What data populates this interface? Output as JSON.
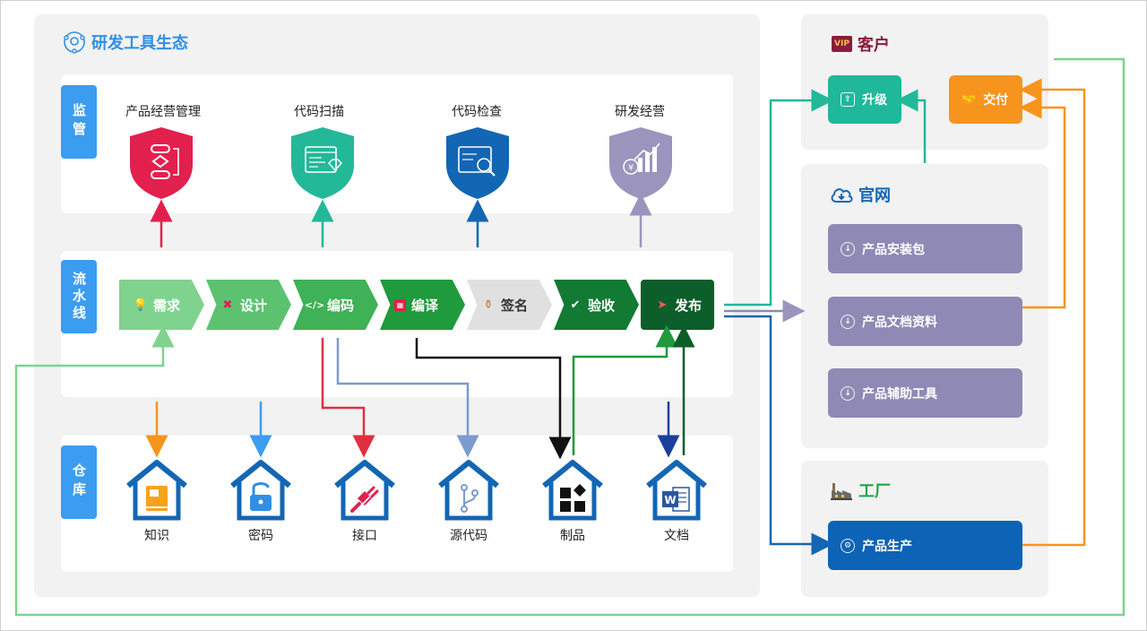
{
  "ecosystem": {
    "title": "研发工具生态"
  },
  "supervision": {
    "label": "监管",
    "items": [
      {
        "label": "产品经营管理",
        "color": "#e2204e",
        "icon": "flowchart-icon"
      },
      {
        "label": "代码扫描",
        "color": "#23b898",
        "icon": "code-scan-icon"
      },
      {
        "label": "代码检查",
        "color": "#1366b3",
        "icon": "code-inspect-icon"
      },
      {
        "label": "研发经营",
        "color": "#9b94bd",
        "icon": "finance-chart-icon"
      }
    ]
  },
  "pipeline": {
    "label": "流水线",
    "steps": [
      {
        "label": "需求",
        "icon": "lightbulb-icon"
      },
      {
        "label": "设计",
        "icon": "design-tools-icon"
      },
      {
        "label": "编码",
        "icon": "code-brackets-icon"
      },
      {
        "label": "编译",
        "icon": "compile-icon"
      },
      {
        "label": "签名",
        "icon": "stamp-icon"
      },
      {
        "label": "验收",
        "icon": "check-shield-icon"
      },
      {
        "label": "发布",
        "icon": "paper-plane-icon"
      }
    ]
  },
  "warehouse": {
    "label": "仓库",
    "items": [
      {
        "label": "知识",
        "icon": "book-icon"
      },
      {
        "label": "密码",
        "icon": "padlock-icon"
      },
      {
        "label": "接口",
        "icon": "plug-icon"
      },
      {
        "label": "源代码",
        "icon": "branch-icon"
      },
      {
        "label": "制品",
        "icon": "blocks-icon"
      },
      {
        "label": "文档",
        "icon": "word-icon"
      }
    ]
  },
  "customer": {
    "title": "客户",
    "badge": "VIP",
    "upgrade_label": "升级",
    "delivery_label": "交付"
  },
  "website": {
    "title": "官网",
    "items": [
      {
        "label": "产品安装包"
      },
      {
        "label": "产品文档资料"
      },
      {
        "label": "产品辅助工具"
      }
    ]
  },
  "factory": {
    "title": "工厂",
    "production_label": "产品生产"
  }
}
